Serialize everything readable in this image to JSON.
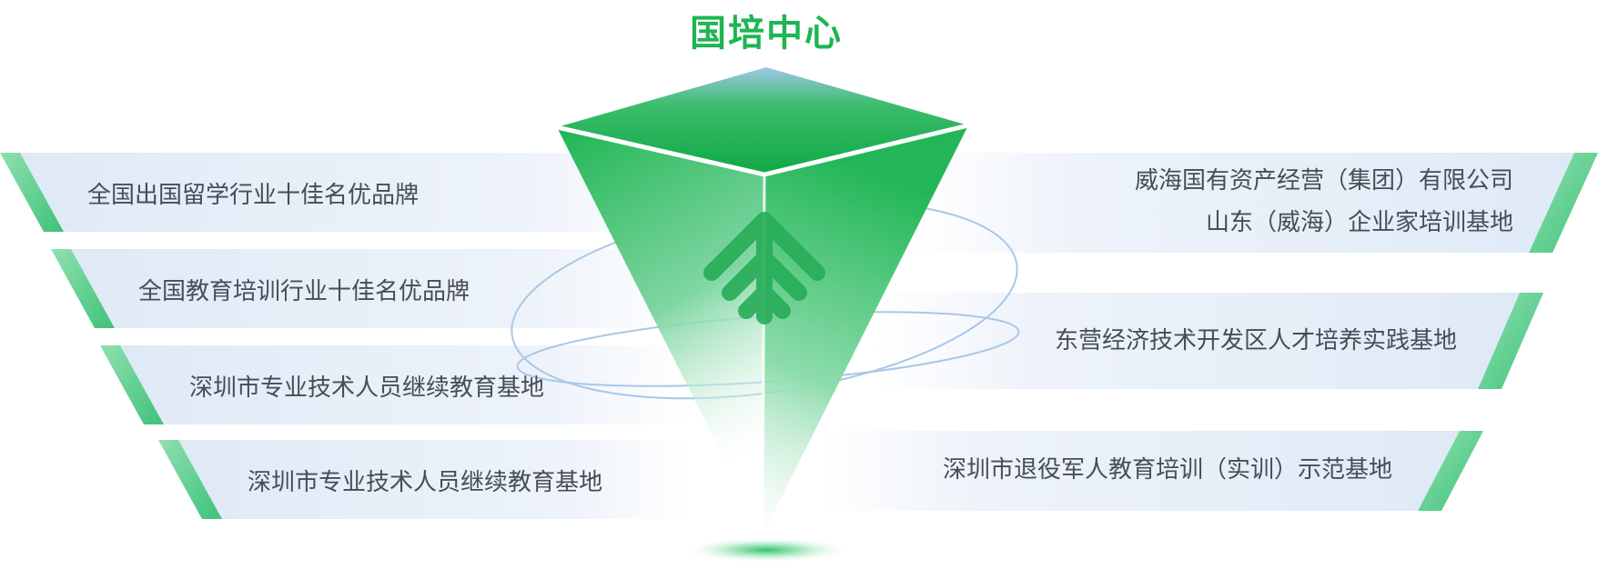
{
  "header": {
    "title": "国培中心"
  },
  "left_items": [
    {
      "label": "全国出国留学行业十佳名优品牌"
    },
    {
      "label": "全国教育培训行业十佳名优品牌"
    },
    {
      "label": "深圳市专业技术人员继续教育基地"
    },
    {
      "label": "深圳市专业技术人员继续教育基地"
    }
  ],
  "right_items": [
    {
      "line1": "威海国有资产经营（集团）有限公司",
      "line2": "山东（威海）企业家培训基地"
    },
    {
      "line1": "东营经济技术开发区人才培养实践基地"
    },
    {
      "line1": "深圳市退役军人教育培训（实训）示范基地"
    }
  ],
  "colors": {
    "accent_green": "#1fb552",
    "band_stripe": "#6fd49a",
    "band_fill": "#e6eef8",
    "orbit_line": "#a8c8e8"
  },
  "icons": {
    "center": "upward-arrows-icon"
  }
}
